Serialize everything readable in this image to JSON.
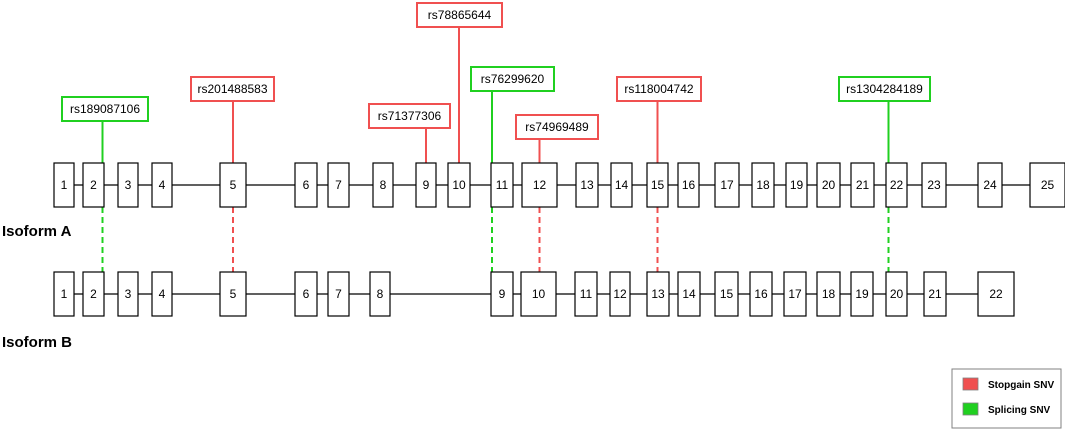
{
  "isoformA": {
    "label": "Isoform A",
    "exons": [
      "1",
      "2",
      "3",
      "4",
      "5",
      "6",
      "7",
      "8",
      "9",
      "10",
      "11",
      "12",
      "13",
      "14",
      "15",
      "16",
      "17",
      "18",
      "19",
      "20",
      "21",
      "22",
      "23",
      "24",
      "25"
    ]
  },
  "isoformB": {
    "label": "Isoform B",
    "exons": [
      "1",
      "2",
      "3",
      "4",
      "5",
      "6",
      "7",
      "8",
      "9",
      "10",
      "11",
      "12",
      "13",
      "14",
      "15",
      "16",
      "17",
      "18",
      "19",
      "20",
      "21",
      "22"
    ]
  },
  "snvs": [
    {
      "id": "rs189087106",
      "type": "splicing",
      "exonA": "2",
      "exonB": "2"
    },
    {
      "id": "rs201488583",
      "type": "stopgain",
      "exonA": "5",
      "exonB": "5"
    },
    {
      "id": "rs71377306",
      "type": "stopgain",
      "exonA": "9"
    },
    {
      "id": "rs78865644",
      "type": "stopgain",
      "exonA": "10"
    },
    {
      "id": "rs76299620",
      "type": "splicing",
      "exonA": "11",
      "exonB": "9"
    },
    {
      "id": "rs74969489",
      "type": "stopgain",
      "exonA": "12",
      "exonB": "10"
    },
    {
      "id": "rs118004742",
      "type": "stopgain",
      "exonA": "15",
      "exonB": "13"
    },
    {
      "id": "rs1304284189",
      "type": "splicing",
      "exonA": "22",
      "exonB": "20"
    }
  ],
  "legend": {
    "items": [
      {
        "key": "stopgain",
        "label": "Stopgain SNV"
      },
      {
        "key": "splicing",
        "label": "Splicing SNV"
      }
    ]
  },
  "colors": {
    "stopgain": "#f05050",
    "splicing": "#20d020",
    "exon_border": "#000000"
  }
}
